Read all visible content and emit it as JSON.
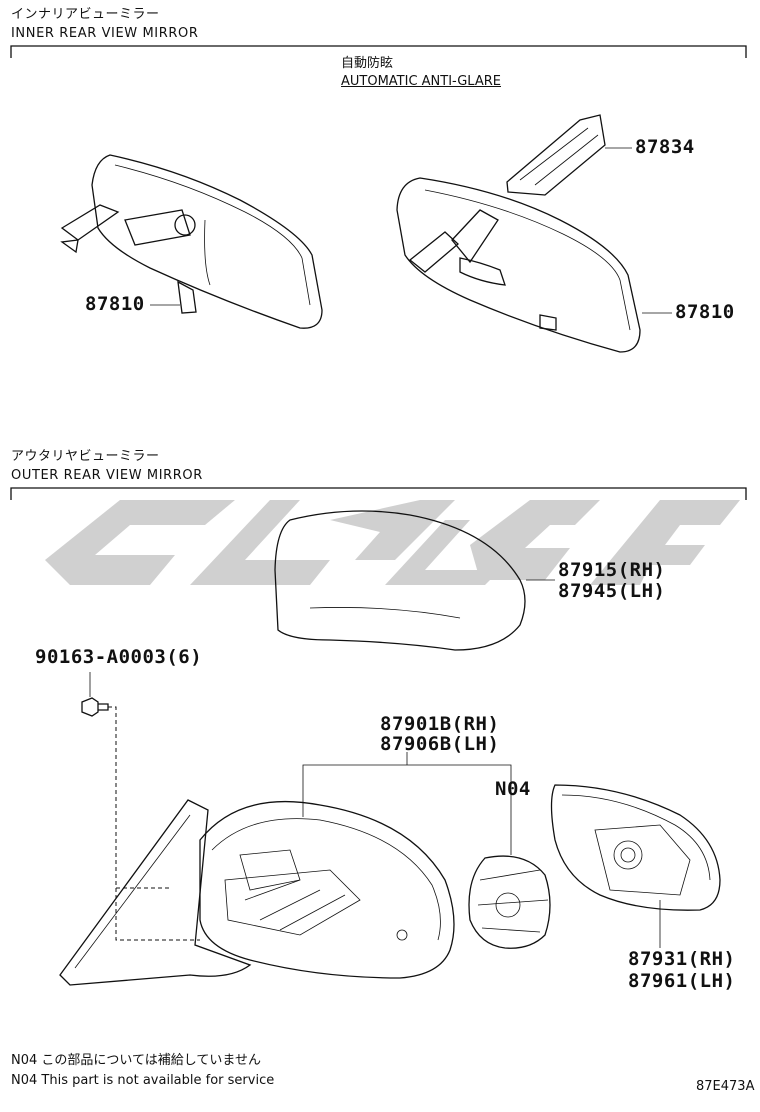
{
  "inner": {
    "title_jp": "インナリアビューミラー",
    "title_en": "INNER REAR VIEW MIRROR",
    "subtitle_jp": "自動防眩",
    "subtitle_en": "AUTOMATIC ANTI-GLARE"
  },
  "outer": {
    "title_jp": "アウタリヤビューミラー",
    "title_en": "OUTER REAR VIEW MIRROR"
  },
  "parts": {
    "p87834": "87834",
    "p87810_left": "87810",
    "p87810_right": "87810",
    "p87915": "87915(RH)",
    "p87945": "87945(LH)",
    "p90163": "90163-A0003(6)",
    "p87901b": "87901B(RH)",
    "p87906b": "87906B(LH)",
    "pN04": "N04",
    "p87931": "87931(RH)",
    "p87961": "87961(LH)"
  },
  "notes": {
    "jp": "N04 この部品については補給していません",
    "en": "N04 This part is not available for service"
  },
  "figure_id": "87E473A",
  "colors": {
    "line": "#111111",
    "watermark": "#c8c8c8"
  }
}
